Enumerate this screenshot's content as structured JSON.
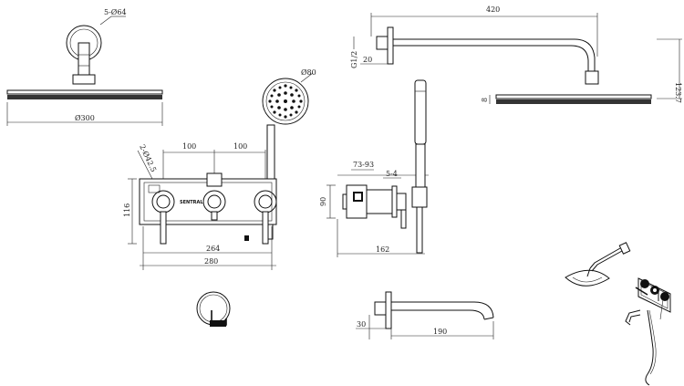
{
  "dimensions": {
    "shower_head_holes": "5-Ø64",
    "shower_head_dia": "Ø300",
    "arm_length": "420",
    "thread": "G1/2",
    "arm_wall_depth": "20",
    "arm_drop": "123.7",
    "head_thickness": "8",
    "hand_shower_dia": "Ø80",
    "valve_spacing_left": "100",
    "valve_spacing_right": "100",
    "handle_dia": "2-Ø42.5",
    "plate_height": "116",
    "plate_width_inner": "264",
    "plate_width_outer": "280",
    "side_height": "90",
    "side_depth_range": "73-93",
    "side_offset": "5-4",
    "side_total": "162",
    "spout_height": "30",
    "spout_length": "190"
  },
  "brand_mark": "SENTRAL"
}
